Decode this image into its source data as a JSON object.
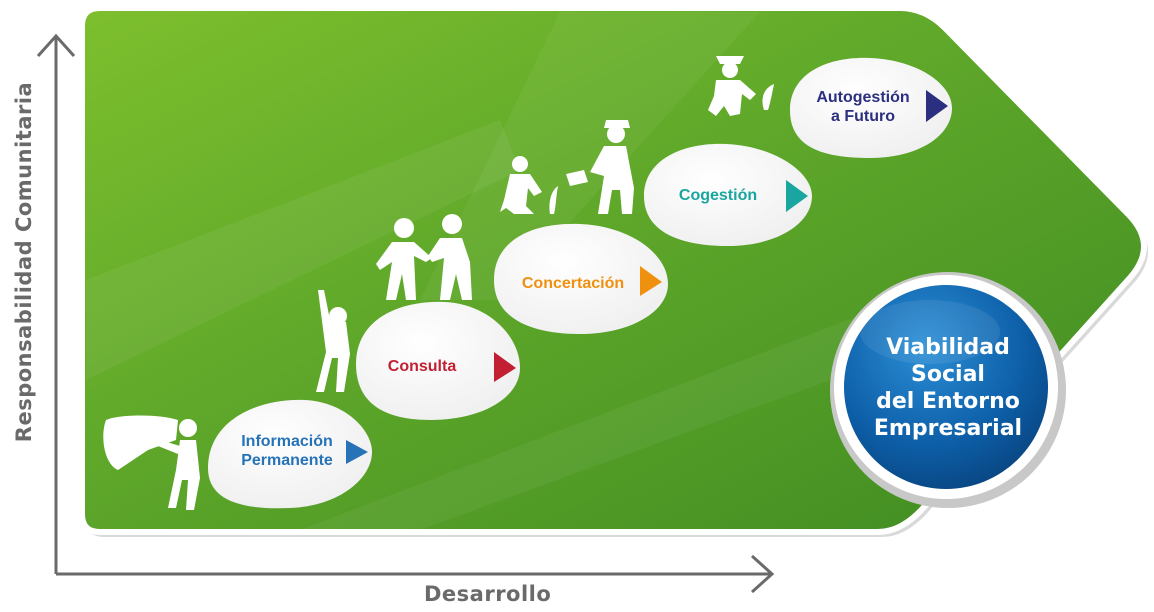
{
  "axes": {
    "y_title": "Responsabilidad Comunitaria",
    "x_title": "Desarrollo"
  },
  "stages": [
    {
      "label_lines": [
        "Información",
        "Permanente"
      ],
      "color": "#2673b8",
      "figure": "speaker-icon"
    },
    {
      "label_lines": [
        "Consulta"
      ],
      "color": "#c21f33",
      "figure": "raised-hand-person-icon"
    },
    {
      "label_lines": [
        "Concertación"
      ],
      "color": "#f0900f",
      "figure": "handshake-icon"
    },
    {
      "label_lines": [
        "Cogestión"
      ],
      "color": "#1aa6a0",
      "figure": "watering-plant-icon"
    },
    {
      "label_lines": [
        "Autogestión",
        "a Futuro"
      ],
      "color": "#2c2e7f",
      "figure": "planting-person-icon"
    }
  ],
  "goal": {
    "lines": [
      "Viabilidad",
      "Social",
      "del Entorno",
      "Empresarial"
    ],
    "color": "#0d5fa8"
  },
  "colors": {
    "panel_green": "#5aa52a",
    "panel_green_light": "#7cbf2e",
    "axis_gray": "#6a6a6a"
  }
}
